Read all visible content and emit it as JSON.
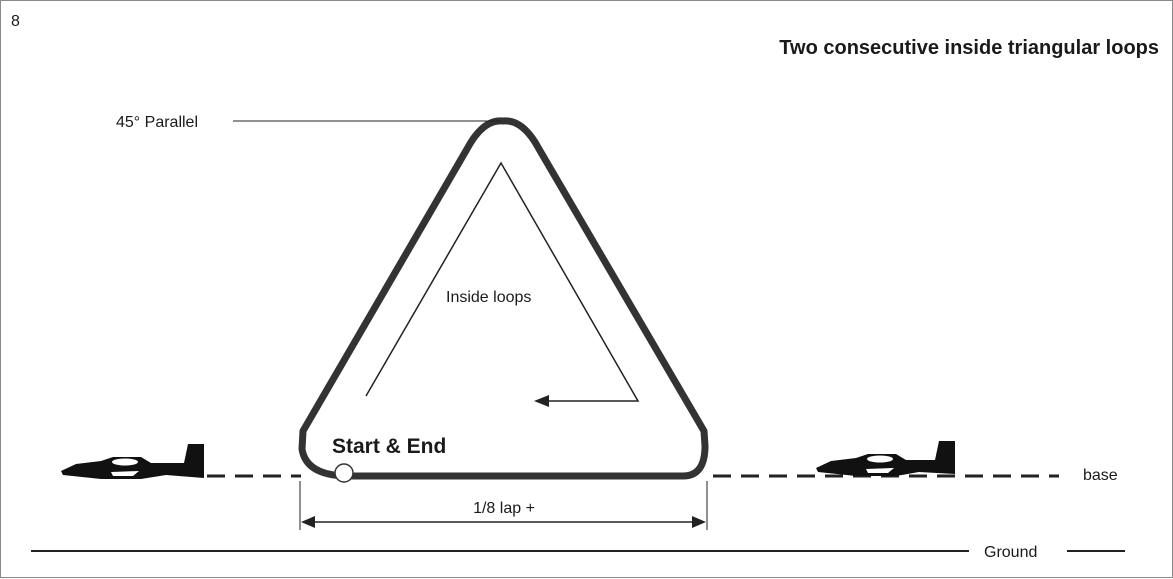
{
  "figure": {
    "number": "8",
    "title": "Two consecutive inside triangular loops"
  },
  "labels": {
    "parallel": "45° Parallel",
    "inside_loops": "Inside loops",
    "start_end": "Start & End",
    "lap": "1/8 lap +",
    "base": "base",
    "ground": "Ground"
  },
  "colors": {
    "path": "#333333",
    "line": "#222222",
    "plane": "#111111"
  },
  "icons": {
    "entry_plane": "airplane-silhouette-icon",
    "exit_plane": "airplane-silhouette-icon"
  }
}
